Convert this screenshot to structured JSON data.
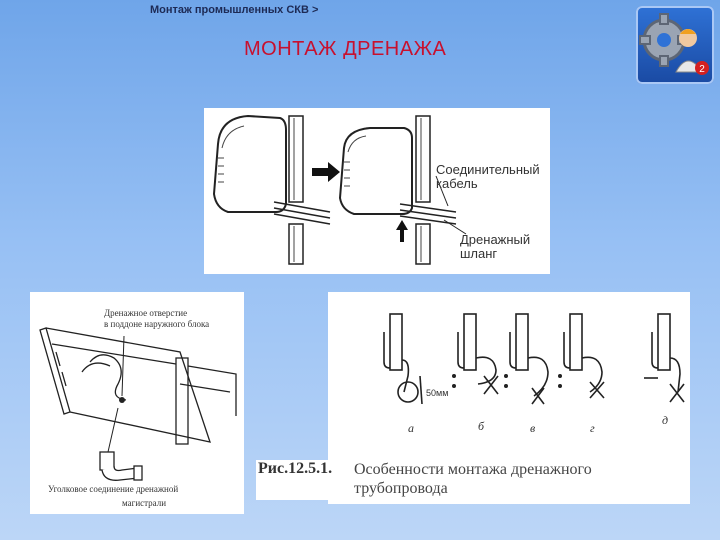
{
  "header": {
    "breadcrumb": "Монтаж промышленных СКВ >",
    "title": "МОНТАЖ ДРЕНАЖА"
  },
  "logo": {
    "icon": "gear-worker-icon",
    "badge": "2",
    "color": "#1a4aa3"
  },
  "top_figure": {
    "cable_label": [
      "Соединительный",
      "кабель"
    ],
    "hose_label": [
      "Дренажный",
      "шланг"
    ]
  },
  "bottom_left_figure": {
    "hole_label": [
      "Дренажное отверстие",
      "в поддоне наружного блока"
    ],
    "connector_label": [
      "Уголковое соединение дренажной",
      "магистрали"
    ]
  },
  "bottom_right_figure": {
    "gap_label": "50мм",
    "variants": [
      "а",
      "б",
      "в",
      "г",
      "д"
    ]
  },
  "caption": {
    "figure": "Рис.12.5.1.",
    "text": "Особенности монтажа дренажного трубопровода"
  },
  "colors": {
    "title": "#c8102e",
    "background": "#8fb8f0"
  }
}
